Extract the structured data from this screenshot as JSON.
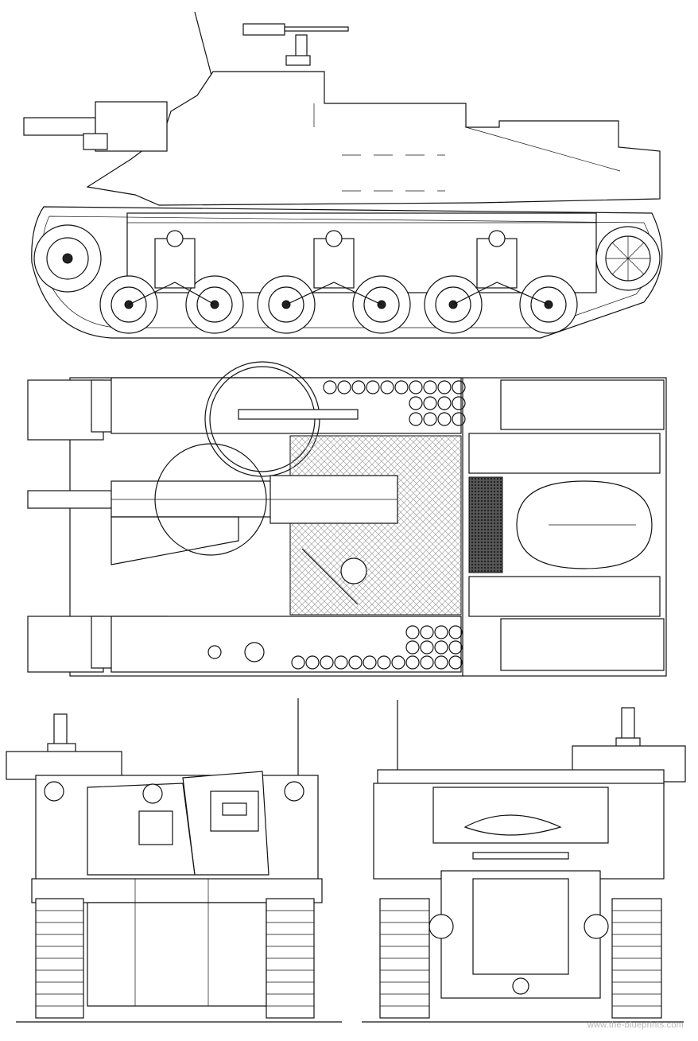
{
  "drawing": {
    "views": [
      "side-view",
      "top-view",
      "front-view",
      "rear-view"
    ]
  },
  "watermark": {
    "text": "www.the-blueprints.com"
  },
  "colors": {
    "ink": "#111111",
    "paper": "#ffffff",
    "hatch": "#d8d8d8",
    "grate": "#333333"
  }
}
